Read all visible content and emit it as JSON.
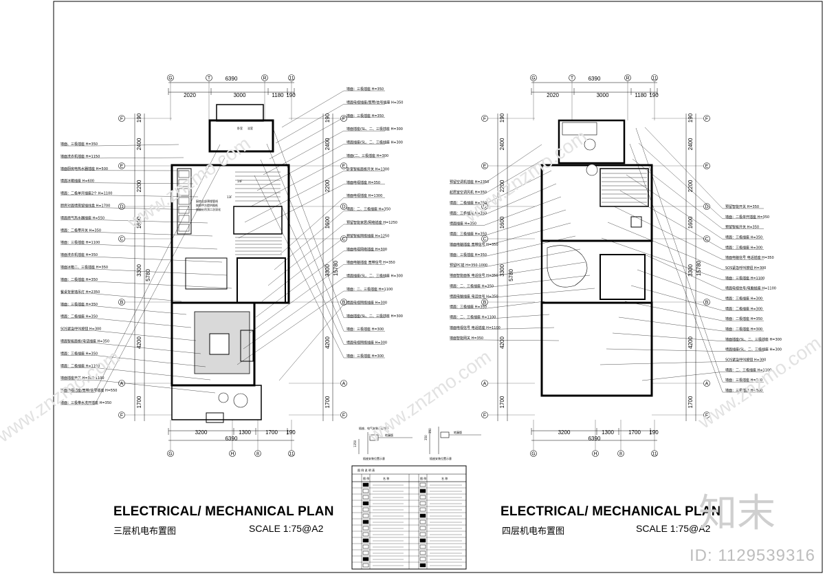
{
  "left_plan": {
    "title": "ELECTRICAL/ MECHANICAL PLAN",
    "subtitle": "三层机电布置图",
    "scale": "SCALE  1:75@A2",
    "top_dims": {
      "total": "6390",
      "parts": [
        "2020",
        "3000",
        "1180",
        "190"
      ]
    },
    "bottom_dims": {
      "total": "6390",
      "parts": [
        "3200",
        "1300",
        "1700",
        "190"
      ]
    },
    "side_dims": [
      "190",
      "2400",
      "2200",
      "1600",
      "3300",
      "4200",
      "1700",
      "15780",
      "5780"
    ],
    "grid_top": [
      "G",
      "T",
      "R",
      "11"
    ],
    "grid_bottom": [
      "G",
      "H",
      "8",
      "11"
    ],
    "grid_side": [
      "F",
      "E",
      "D",
      "C",
      "B",
      "A",
      "F"
    ],
    "room_notes": [
      "卧室",
      "浴室",
      "14F",
      "13F",
      "厨房全部预埋管线",
      "按照甲方提供图纸",
      "加部分吊顶二次深化"
    ],
    "left_annotations": [
      "墙面、三极插座 H=350",
      "墙面洗衣机插座 H=1150",
      "墙面厨房电热水器插座 H=500",
      "墙面冰箱插座 H=600",
      "墙面：二极单开插座2个 H=1100",
      "厨房对面墙需留插线盒 H=1700",
      "墙面燃气热水器插座 H=550",
      "墙面：二极带开关 H=350",
      "墙面：三极插座 H=1100",
      "墙面洗衣机插座 H=350",
      "墙面冰箱二、三极插座 H=350",
      "墙面：二极插座 H=350",
      "餐桌背景墙吊灯 H=2350",
      "墙面：三极插座 H=350",
      "墙面：二极插座 H=350",
      "SOS紧急呼叫按钮 H=300",
      "墙面智能面板(电话插座 H=350",
      "墙面：三极插座 H=350",
      "墙面：二极插座 H=1100",
      "墙面插座开关 H=300-1100",
      "墙面电视插座/宽带/信号插座 H=550",
      "墙面：三极带水洗开插座 H=350"
    ],
    "right_annotations": [
      "墙面：三极插座 H=350",
      "墙面电视插座/宽带/信号插座 H=350",
      "墙面：三极插座 H=350",
      "墙面插座(SL、二、三极插座 H=300",
      "墙面插座(SL、二、三极插座 H=300",
      "墙面(二、三极插座 H=300",
      "卧室智能面板开关 H=1300",
      "墙面电视插座 H=350",
      "墙面电视插座 H=1300",
      "墙面：二、三极插座 H=350",
      "预留智能家居/网络插座 H=1250",
      "预留智能网络插座 H=1250",
      "墙面电视网络插座 H=300",
      "墙面电脑插座 宽带信号 H=350",
      "墙面插座(SL、二、三极插座 H=300",
      "墙面：二、三极插座 H=1100",
      "墙面电视网络插座 H=300",
      "墙面插座(SL、二、三极插座 H=300",
      "墙面：三极插座 H=300",
      "墙面电视网络插座 H=300",
      "墙面：三极插座 H=300"
    ]
  },
  "right_plan": {
    "title": "ELECTRICAL/ MECHANICAL PLAN",
    "subtitle": "四层机电布置图",
    "scale": "SCALE  1:75@A2",
    "top_dims": {
      "total": "6390",
      "parts": [
        "2020",
        "3000",
        "1180",
        "190"
      ]
    },
    "bottom_dims": {
      "total": "6390",
      "parts": [
        "3200",
        "1300",
        "1700",
        "190"
      ]
    },
    "side_dims": [
      "190",
      "2400",
      "2200",
      "1600",
      "3300",
      "4200",
      "1700",
      "15780",
      "5780"
    ],
    "left_annotations": [
      "预留空调机插座 H=2350",
      "起居室空调风机 H=350",
      "墙面：二极插座 H=350",
      "墙面：三极插座 H=350",
      "墙面插座 H=350",
      "墙面：三极插座 H=350",
      "墙面电脑插座 宽带信号 H=350",
      "墙面：三极插座 H=350",
      "预留PC插 H=350-1000",
      "墙面智能面板 电话信号 H=350",
      "墙面：二、三极插座 H=350",
      "墙面电脑插座 电话信号 H=350",
      "墙面：三极插座 H=350",
      "墙面：二、三极插座 H=1100",
      "墙面电视信号 电话插座 H=1100",
      "墙面智能网关 H=350"
    ],
    "right_annotations": [
      "预留智能开关 H=350",
      "墙面：二极单开插座 H=350",
      "预留智能开关 H=350",
      "墙面：三极插座 H=350",
      "墙面：三极插座 H=300",
      "墙面电脑信号 电话插座 H=350",
      "SOS紧急呼叫按钮 H=300",
      "墙面：三极插座 H=1100",
      "墙面电视信号/电脑插座 H=1100",
      "墙面：三极插座 H=300",
      "墙面：二极插座 H=300",
      "墙面：二极插座 H=350",
      "墙面：二极插座 H=300",
      "墙面插座(SL、二、三极插座 H=300",
      "墙面插座(SL、二、三极插座 H=300",
      "SOS紧急呼叫按钮 H=300",
      "墙面：二、三极插座 H=1100",
      "墙面：三极插座 H=300",
      "墙面：三极插座 H=300"
    ]
  },
  "detail": {
    "note": "插座、电气安装示意如下",
    "dims": [
      "1350",
      "350",
      "350"
    ],
    "left_caption": "插座安装位置示意",
    "right_caption": "插座安装位置示意",
    "left_tag": "地漏版",
    "right_tag": "地漏版"
  },
  "legend": {
    "title": "图 例 说 明 表",
    "headers": [
      "图 例",
      "名 称",
      "图 例",
      "名 称"
    ]
  },
  "watermarks": {
    "diag": "www.znzmo.com",
    "logo": "知末",
    "id": "ID: 1129539316"
  }
}
